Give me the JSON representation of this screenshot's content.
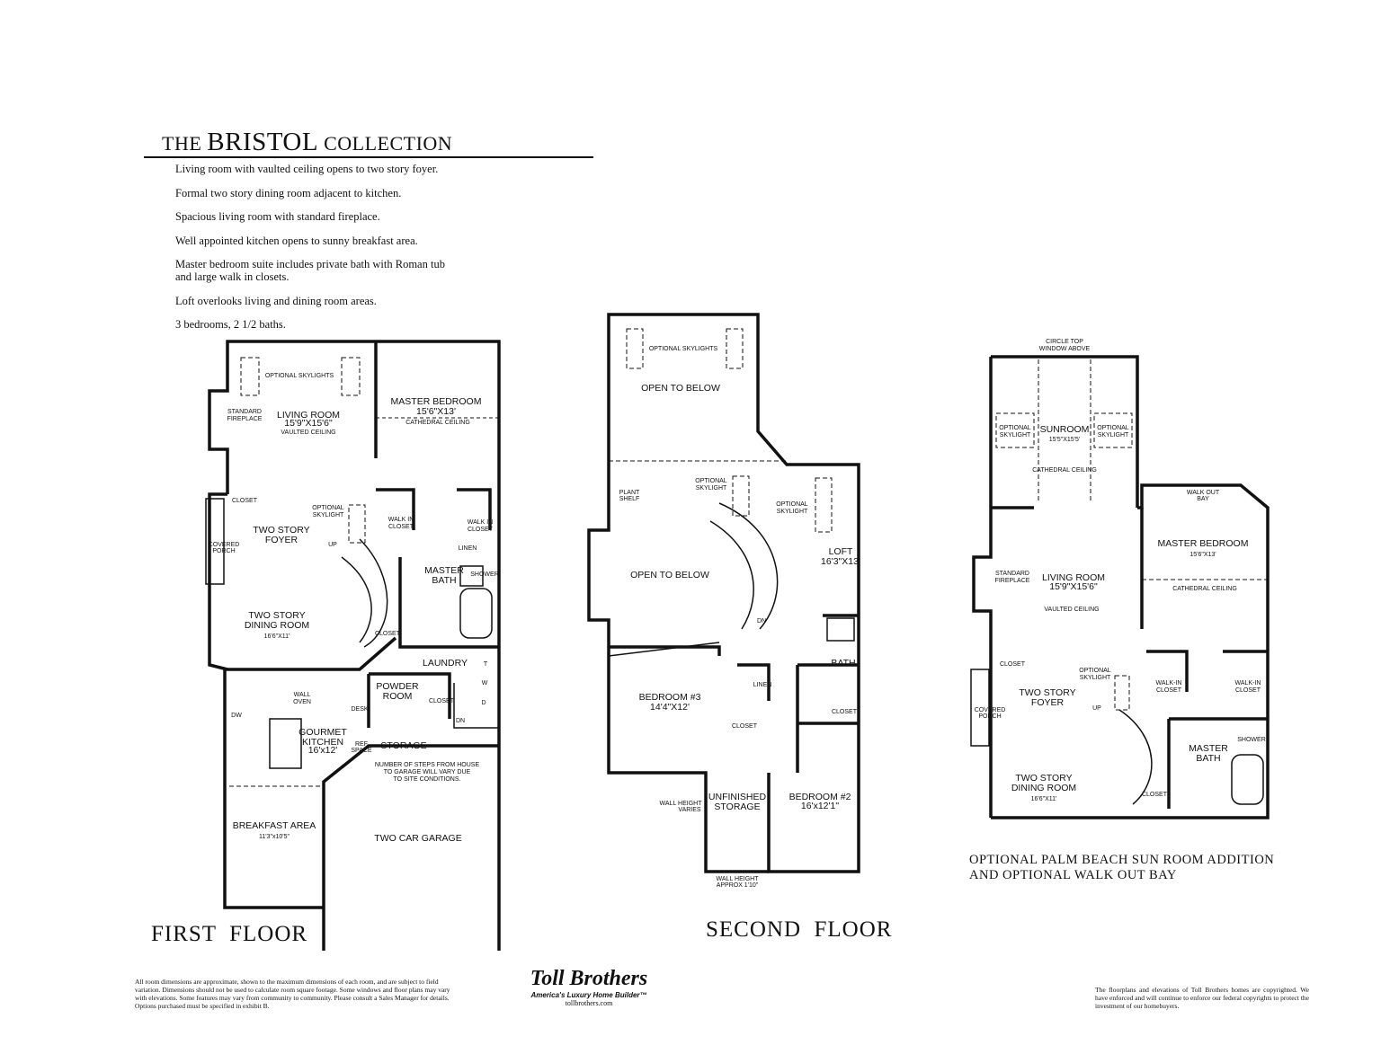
{
  "header": {
    "title_prefix": "THE",
    "title_main": "BRISTOL",
    "title_suffix": "COLLECTION"
  },
  "features": [
    "Living room with vaulted ceiling opens to two story foyer.",
    "Formal two story dining room adjacent to kitchen.",
    "Spacious living room with standard fireplace.",
    "Well appointed kitchen opens to sunny breakfast area.",
    "Master bedroom suite includes private bath with Roman tub and large walk in closets.",
    "Loft overlooks living and dining room areas.",
    "3 bedrooms, 2 1/2 baths."
  ],
  "first_floor": {
    "title": "FIRST  FLOOR",
    "optional_skylights": "OPTIONAL SKYLIGHTS",
    "fireplace": [
      "STANDARD",
      "FIREPLACE"
    ],
    "living_room": [
      "LIVING ROOM",
      "15'9\"X15'6\"",
      "VAULTED CEILING"
    ],
    "master_bedroom": [
      "MASTER BEDROOM",
      "15'6\"X13'",
      "CATHEDRAL CEILING"
    ],
    "closet": "CLOSET",
    "covered_porch": [
      "COVERED",
      "PORCH"
    ],
    "optional_skylight": [
      "OPTIONAL",
      "SKYLIGHT"
    ],
    "foyer": [
      "TWO STORY",
      "FOYER"
    ],
    "up": "UP",
    "walk_in_closet_1": [
      "WALK IN",
      "CLOSET"
    ],
    "walk_in_closet_2": [
      "WALK IN",
      "CLOSET"
    ],
    "linen": "LINEN",
    "master_bath": [
      "MASTER",
      "BATH"
    ],
    "shower": "SHOWER",
    "dining_room": [
      "TWO STORY",
      "DINING ROOM",
      "16'6\"X11'"
    ],
    "closet_2": "CLOSET",
    "laundry": "LAUNDRY",
    "laundry_t": "T",
    "laundry_w": "W",
    "laundry_d": "D",
    "powder_room": [
      "POWDER",
      "ROOM"
    ],
    "closet_3": "CLOSET",
    "dn": "DN",
    "wall_oven": [
      "WALL",
      "OVEN"
    ],
    "dw": "DW",
    "desk": "DESK",
    "kitchen": [
      "GOURMET",
      "KITCHEN",
      "16'x12'"
    ],
    "ref_space": [
      "REF",
      "SPACE"
    ],
    "storage": "STORAGE",
    "steps_note": [
      "NUMBER OF STEPS FROM HOUSE",
      "TO GARAGE WILL VARY DUE",
      "TO SITE CONDITIONS."
    ],
    "breakfast": [
      "BREAKFAST AREA",
      "11'3\"x10'5\""
    ],
    "garage": "TWO CAR GARAGE"
  },
  "second_floor": {
    "title": "SECOND  FLOOR",
    "optional_skylights": "OPTIONAL SKYLIGHTS",
    "open_to_below_1": "OPEN TO BELOW",
    "plant_shelf": [
      "PLANT",
      "SHELF"
    ],
    "optional_skylight_1": [
      "OPTIONAL",
      "SKYLIGHT"
    ],
    "optional_skylight_2": [
      "OPTIONAL",
      "SKYLIGHT"
    ],
    "open_to_below_2": "OPEN TO BELOW",
    "loft": [
      "LOFT",
      "16'3\"X13'"
    ],
    "dn": "DN",
    "bath": "BATH",
    "bedroom3": [
      "BEDROOM #3",
      "14'4\"X12'"
    ],
    "linen": "LINEN",
    "closet_1": "CLOSET",
    "closet_2": "CLOSET",
    "wall_height_varies": [
      "WALL HEIGHT",
      "VARIES"
    ],
    "unfinished_storage": [
      "UNFINISHED",
      "STORAGE"
    ],
    "bedroom2": [
      "BEDROOM #2",
      "16'x12'1\""
    ],
    "wall_height_approx": [
      "WALL HEIGHT",
      "APPROX 1'10\""
    ]
  },
  "option_plan": {
    "caption": [
      "OPTIONAL PALM BEACH SUN ROOM ADDITION",
      "AND OPTIONAL WALK OUT BAY"
    ],
    "circle_top": [
      "CIRCLE TOP",
      "WINDOW ABOVE"
    ],
    "optional_skylight_1": [
      "OPTIONAL",
      "SKYLIGHT"
    ],
    "optional_skylight_2": [
      "OPTIONAL",
      "SKYLIGHT"
    ],
    "sunroom": [
      "SUNROOM",
      "15'5\"X15'5'"
    ],
    "cathedral_ceiling_1": "CATHEDRAL CEILING",
    "walk_out_bay": [
      "WALK OUT",
      "BAY"
    ],
    "master_bedroom": [
      "MASTER BEDROOM",
      "15'6\"X13'"
    ],
    "cathedral_ceiling_2": "CATHEDRAL CEILING",
    "fireplace": [
      "STANDARD",
      "FIREPLACE"
    ],
    "living_room": [
      "LIVING ROOM",
      "15'9\"X15'6\""
    ],
    "vaulted_ceiling": "VAULTED CEILING",
    "closet_1": "CLOSET",
    "optional_skylight_3": [
      "OPTIONAL",
      "SKYLIGHT"
    ],
    "foyer": [
      "TWO STORY",
      "FOYER"
    ],
    "up": "UP",
    "walk_in_closet_1": [
      "WALK-IN",
      "CLOSET"
    ],
    "walk_in_closet_2": [
      "WALK-IN",
      "CLOSET"
    ],
    "shower": "SHOWER",
    "master_bath": [
      "MASTER",
      "BATH"
    ],
    "covered_porch": [
      "COVERED",
      "PORCH"
    ],
    "dining_room": [
      "TWO STORY",
      "DINING ROOM",
      "16'6\"X11'"
    ],
    "closet_2": "CLOSET"
  },
  "footer": {
    "disclaimer": "All room dimensions are approximate, shown to the maximum dimensions of each room, and are subject to field variation. Dimensions should not be used to calculate room square footage. Some windows and floor plans may vary with elevations. Some features may vary from community to community. Please consult a Sales Manager for details. Options purchased must be specified in exhibit B.",
    "brand": "Toll Brothers",
    "tagline": "America's Luxury Home Builder™",
    "website": "tollbrothers.com",
    "copyright": "The floorplans and elevations of Toll Brothers homes are copyrighted. We have enforced and will continue to enforce our federal copyrights to protect the investment of our homebuyers."
  }
}
